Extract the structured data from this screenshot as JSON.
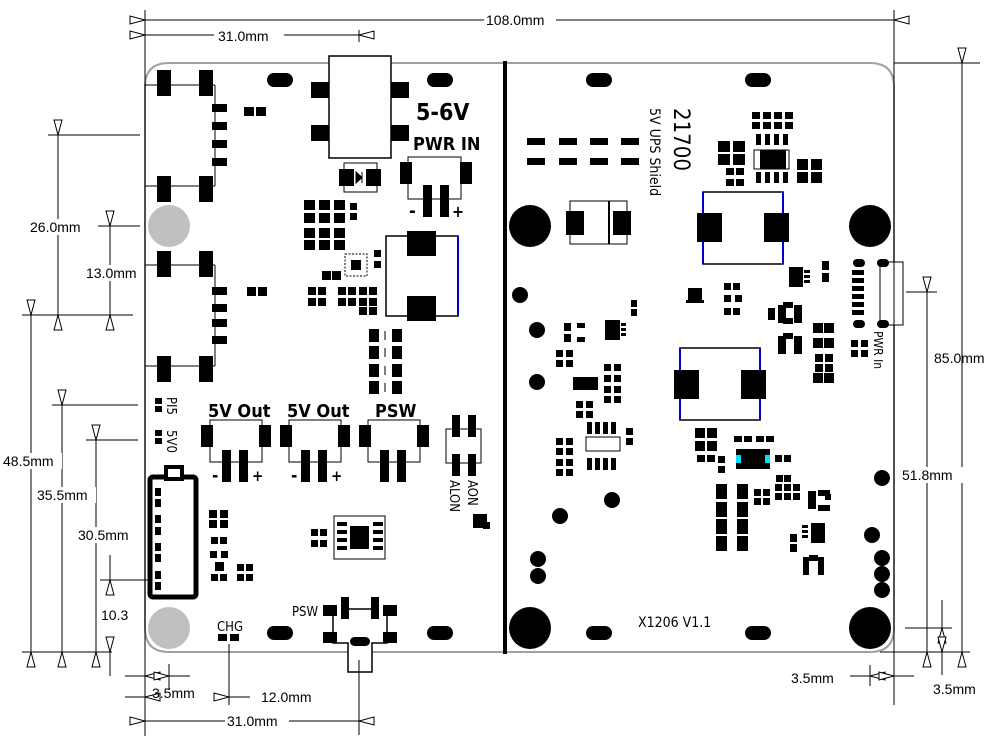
{
  "board": {
    "name": "21700",
    "subtitle": "5V UPS Shield",
    "model_version": "X1206  V1.1",
    "outline_color": "#a0a0a0",
    "ink_color": "#000000",
    "inductor_edge_color": "#0000cc",
    "led_color": "#00e5ff",
    "mount_hole_color": "#c0c0c0"
  },
  "silkscreen": {
    "power_in_voltage": "5-6V",
    "power_in_label": "PWR IN",
    "out1_label": "5V Out",
    "out2_label": "5V Out",
    "psw_header_label": "PSW",
    "psw_button_label": "PSW",
    "aon_label": "AON",
    "alon_label": "ALON",
    "pi5_label": "PI5",
    "v50_label": "5V0",
    "chg_label": "CHG",
    "usb_pwr_in_label": "PWR In",
    "minus": "-",
    "plus": "+"
  },
  "dimensions": {
    "total_width": "108.0mm",
    "top_offset": "31.0mm",
    "total_height": "85.0mm",
    "usb_height": "51.8mm",
    "left_26": "26.0mm",
    "left_13": "13.0mm",
    "left_48_5": "48.5mm",
    "left_35_5": "35.5mm",
    "left_30_5": "30.5mm",
    "left_10_3": "10.3",
    "bottom_left_hole": "3.5mm",
    "bottom_chg": "12.0mm",
    "bottom_psw": "31.0mm",
    "bottom_right_hole_x": "3.5mm",
    "bottom_right_hole_y": "3.5mm"
  }
}
